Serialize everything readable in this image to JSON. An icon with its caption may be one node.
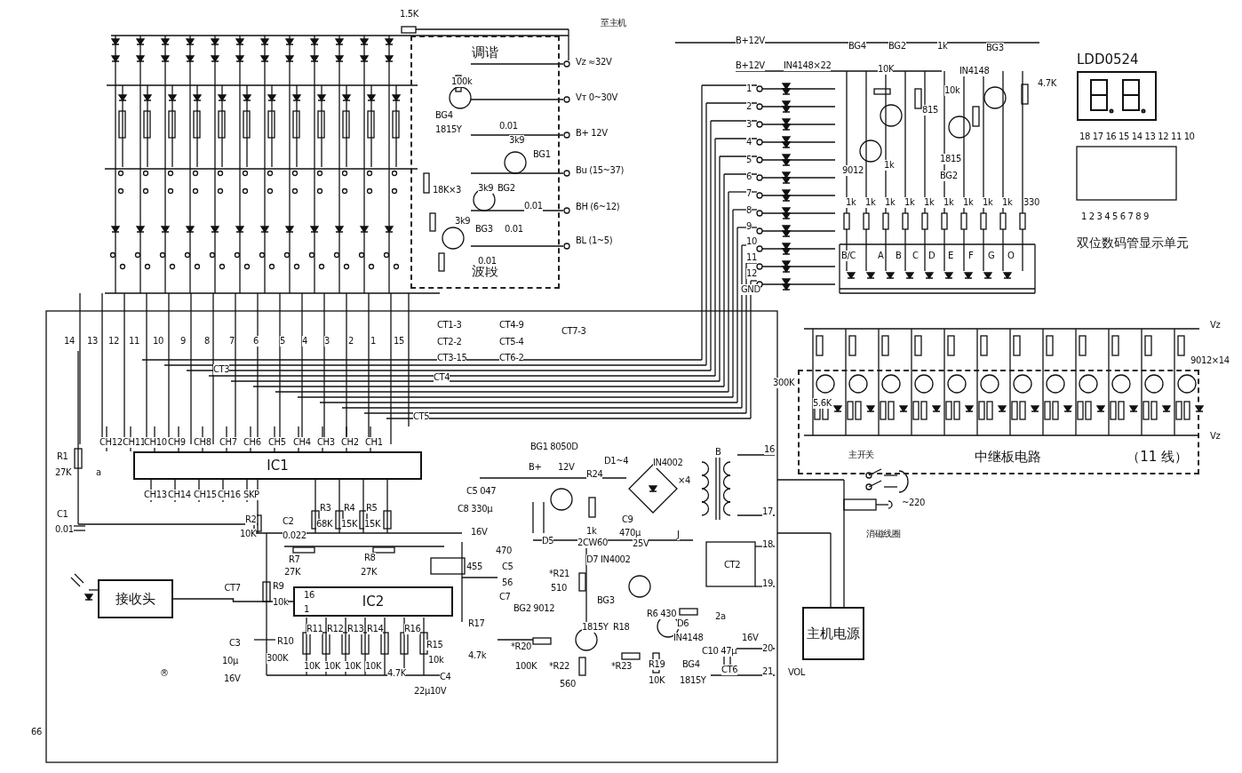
{
  "diagram": {
    "nodes": [
      {
        "text": [
          "接收头"
        ]
      },
      {
        "text": [
          "IC1"
        ]
      },
      {
        "text": [
          "IC2"
        ]
      },
      {
        "text": [
          "主机电源"
        ]
      },
      {
        "text": [
          "中继板电路",
          "（11 线）"
        ]
      },
      {
        "text": [
          "调谐",
          "波段"
        ]
      },
      {
        "text": [
          "LDD0524"
        ]
      }
    ],
    "edges": [
      {
        "from": 0,
        "to": 2,
        "arrow": "none",
        "label": "CT7"
      }
    ],
    "labels": [
      "1.5K",
      "至主机",
      "Vz ≈32V",
      "Vт 0~30V",
      "B+ 12V",
      "Bu (15~37)",
      "BH (6~12)",
      "BL (1~5)",
      "100k",
      "BG4",
      "1815Y",
      "0.01",
      "3k9",
      "BG1",
      "18K×3",
      "3k9",
      "BG2",
      "0.01",
      "3k9",
      "BG3",
      "0.01",
      "0.01",
      "B+12V",
      "B+12V",
      "IN4148×22",
      "BG4",
      "BG2",
      "1k",
      "BG3",
      "10K",
      "IN4148",
      "10k",
      "4.7K",
      "815",
      "9012",
      "1k",
      "1815",
      "BG2",
      "1",
      "2",
      "3",
      "4",
      "5",
      "6",
      "7",
      "8",
      "9",
      "10",
      "11",
      "12",
      "GND",
      "1k",
      "1k",
      "1k",
      "1k",
      "1k",
      "1k",
      "1k",
      "1k",
      "1k",
      "330",
      "B/C",
      "A",
      "B",
      "C",
      "D",
      "E",
      "F",
      "G",
      "O",
      "14",
      "13",
      "12",
      "11",
      "10",
      "9",
      "8",
      "7",
      "6",
      "5",
      "4",
      "3",
      "2",
      "1",
      "15",
      "CT3",
      "CT1-3",
      "CT4-9",
      "CT7-3",
      "CT2-2",
      "CT5-4",
      "CT3-15",
      "CT6-2",
      "CT4",
      "CT5",
      "CH12",
      "CH11",
      "CH10",
      "CH9",
      "CH8",
      "CH7",
      "CH6",
      "CH5",
      "CH4",
      "CH3",
      "CH2",
      "CH1",
      "CH13",
      "CH14",
      "CH15",
      "CH16",
      "SKP",
      "R1",
      "27K",
      "a",
      "C1",
      "0.01",
      "R2",
      "10K",
      "C2",
      "0.022",
      "R3",
      "68K",
      "R4",
      "15K",
      "R5",
      "15K",
      "R7",
      "27K",
      "R8",
      "27K",
      "R9",
      "10k",
      "16",
      "1",
      "C3",
      "10μ",
      "16V",
      "R10",
      "300K",
      "R11",
      "R12",
      "R13",
      "R14",
      "10K",
      "10K",
      "10K",
      "10K",
      "R16",
      "R15",
      "10k",
      "4.7K",
      "C4",
      "22μ10V",
      "470",
      "455",
      "C5",
      "56",
      "C7",
      "R17",
      "4.7k",
      "BG1 8050D",
      "B+",
      "12V",
      "R24",
      "D1~4",
      "IN4002",
      "×4",
      "B",
      "C5 047",
      "C8 330μ",
      "16V",
      "1k",
      "D5",
      "2CW60",
      "C9",
      "470μ",
      "25V",
      "D7 IN4002",
      "J",
      "CT2",
      "*R21",
      "510",
      "BG3",
      "BG2 9012",
      "1815Y",
      "R18",
      "R6 430",
      "2a",
      "D6",
      "IN4148",
      "16V",
      "*R20",
      "100K",
      "*R22",
      "560",
      "*R23",
      "R19",
      "10K",
      "BG4",
      "1815Y",
      "C10 47μ",
      "CT6",
      "16",
      "17",
      "18",
      "19",
      "20",
      "21",
      "VOL",
      "Vz",
      "Vz",
      "300K",
      "5.6K",
      "9012×14",
      "主开关",
      "~220",
      "消磁线圈",
      "®",
      "66",
      "18 17 16 15 14 13 12 11 10",
      "1 2 3 4 5 6 7 8 9",
      "双位数码管显示单元"
    ]
  }
}
